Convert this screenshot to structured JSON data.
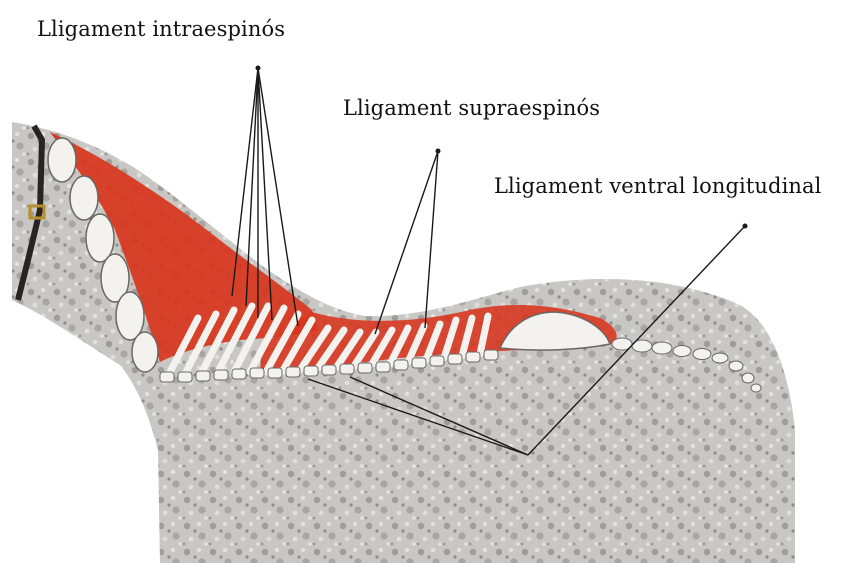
{
  "labels": {
    "intraespinos": "Lligament intraespinós",
    "supraespinos": "Lligament supraespinós",
    "ventral_longitudinal": "Lligament ventral longitudinal"
  },
  "colors": {
    "ligament": "#d8341c",
    "coat": "#c9c7c3",
    "bone": "#f4f2ee",
    "leader_line": "#1a1a1a"
  }
}
